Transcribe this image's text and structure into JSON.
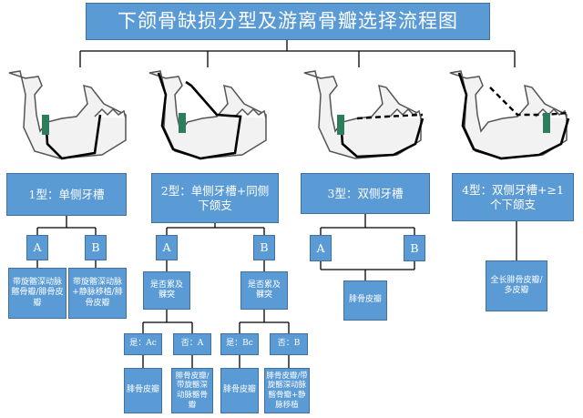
{
  "title": "下颌骨缺损分型及游离骨瓣选择流程图",
  "types": [
    {
      "label": "1型：单侧牙槽",
      "options": [
        {
          "letter": "A",
          "result": "带旋髂深动脉髂骨瓣/腓骨皮瓣"
        },
        {
          "letter": "B",
          "result": "带旋髂深动脉+静脉移植/腓骨皮瓣"
        }
      ]
    },
    {
      "label": "2型：单侧牙槽+同侧下颌支",
      "options": [
        {
          "letter": "A",
          "question": "是否累及髁突",
          "yes": {
            "label": "是：Ac",
            "result": "腓骨皮瓣"
          },
          "no": {
            "label": "否：A",
            "result": "腓骨皮瓣/带旋髂深动脉髂骨瓣"
          }
        },
        {
          "letter": "B",
          "question": "是否累及髁突",
          "yes": {
            "label": "是：Bc",
            "result": "腓骨皮瓣"
          },
          "no": {
            "label": "否：B",
            "result": "腓骨皮瓣/带旋髂深动脉髂骨瓣+静脉移植"
          }
        }
      ]
    },
    {
      "label": "3型：双侧牙槽",
      "options": [
        {
          "letter": "A"
        },
        {
          "letter": "B"
        }
      ],
      "result": "腓骨皮瓣"
    },
    {
      "label": "4型：双侧牙槽+≥1个下颌支",
      "result": "全长腓骨皮瓣/多皮瓣"
    }
  ],
  "colors": {
    "box_fill": "#5b9bd5",
    "box_border": "#41719c",
    "line": "#000000"
  }
}
